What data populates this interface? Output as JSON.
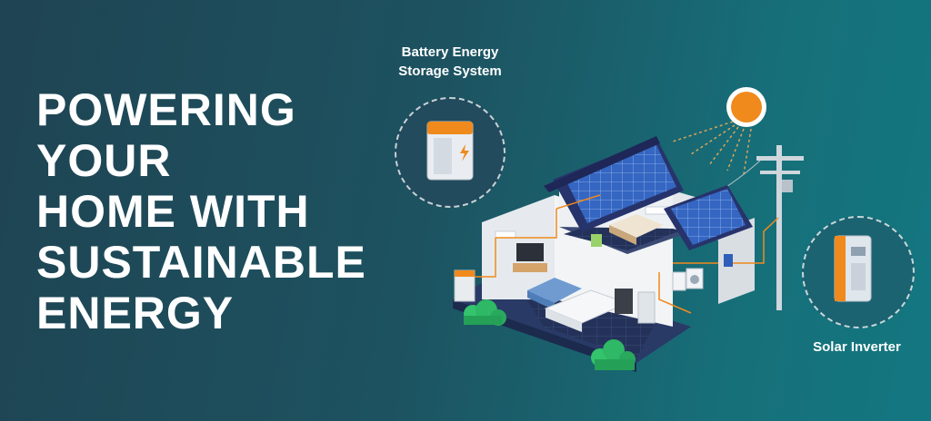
{
  "headline": {
    "lines": [
      "POWERING",
      "YOUR",
      "HOME WITH",
      "SUSTAINABLE",
      "ENERGY"
    ]
  },
  "callouts": {
    "battery": {
      "line1": "Battery Energy",
      "line2": "Storage System"
    },
    "inverter": {
      "label": "Solar Inverter"
    }
  },
  "icons": [
    "battery-storage-icon",
    "solar-inverter-icon",
    "sun-icon",
    "solar-panel-icon",
    "utility-pole-icon",
    "bush-icon"
  ],
  "colors": {
    "background_start": "#1f4453",
    "background_end": "#137781",
    "accent_orange": "#f08a1d",
    "panel_blue": "#2f5fb8",
    "roof_navy": "#27336b",
    "text": "#ffffff"
  }
}
